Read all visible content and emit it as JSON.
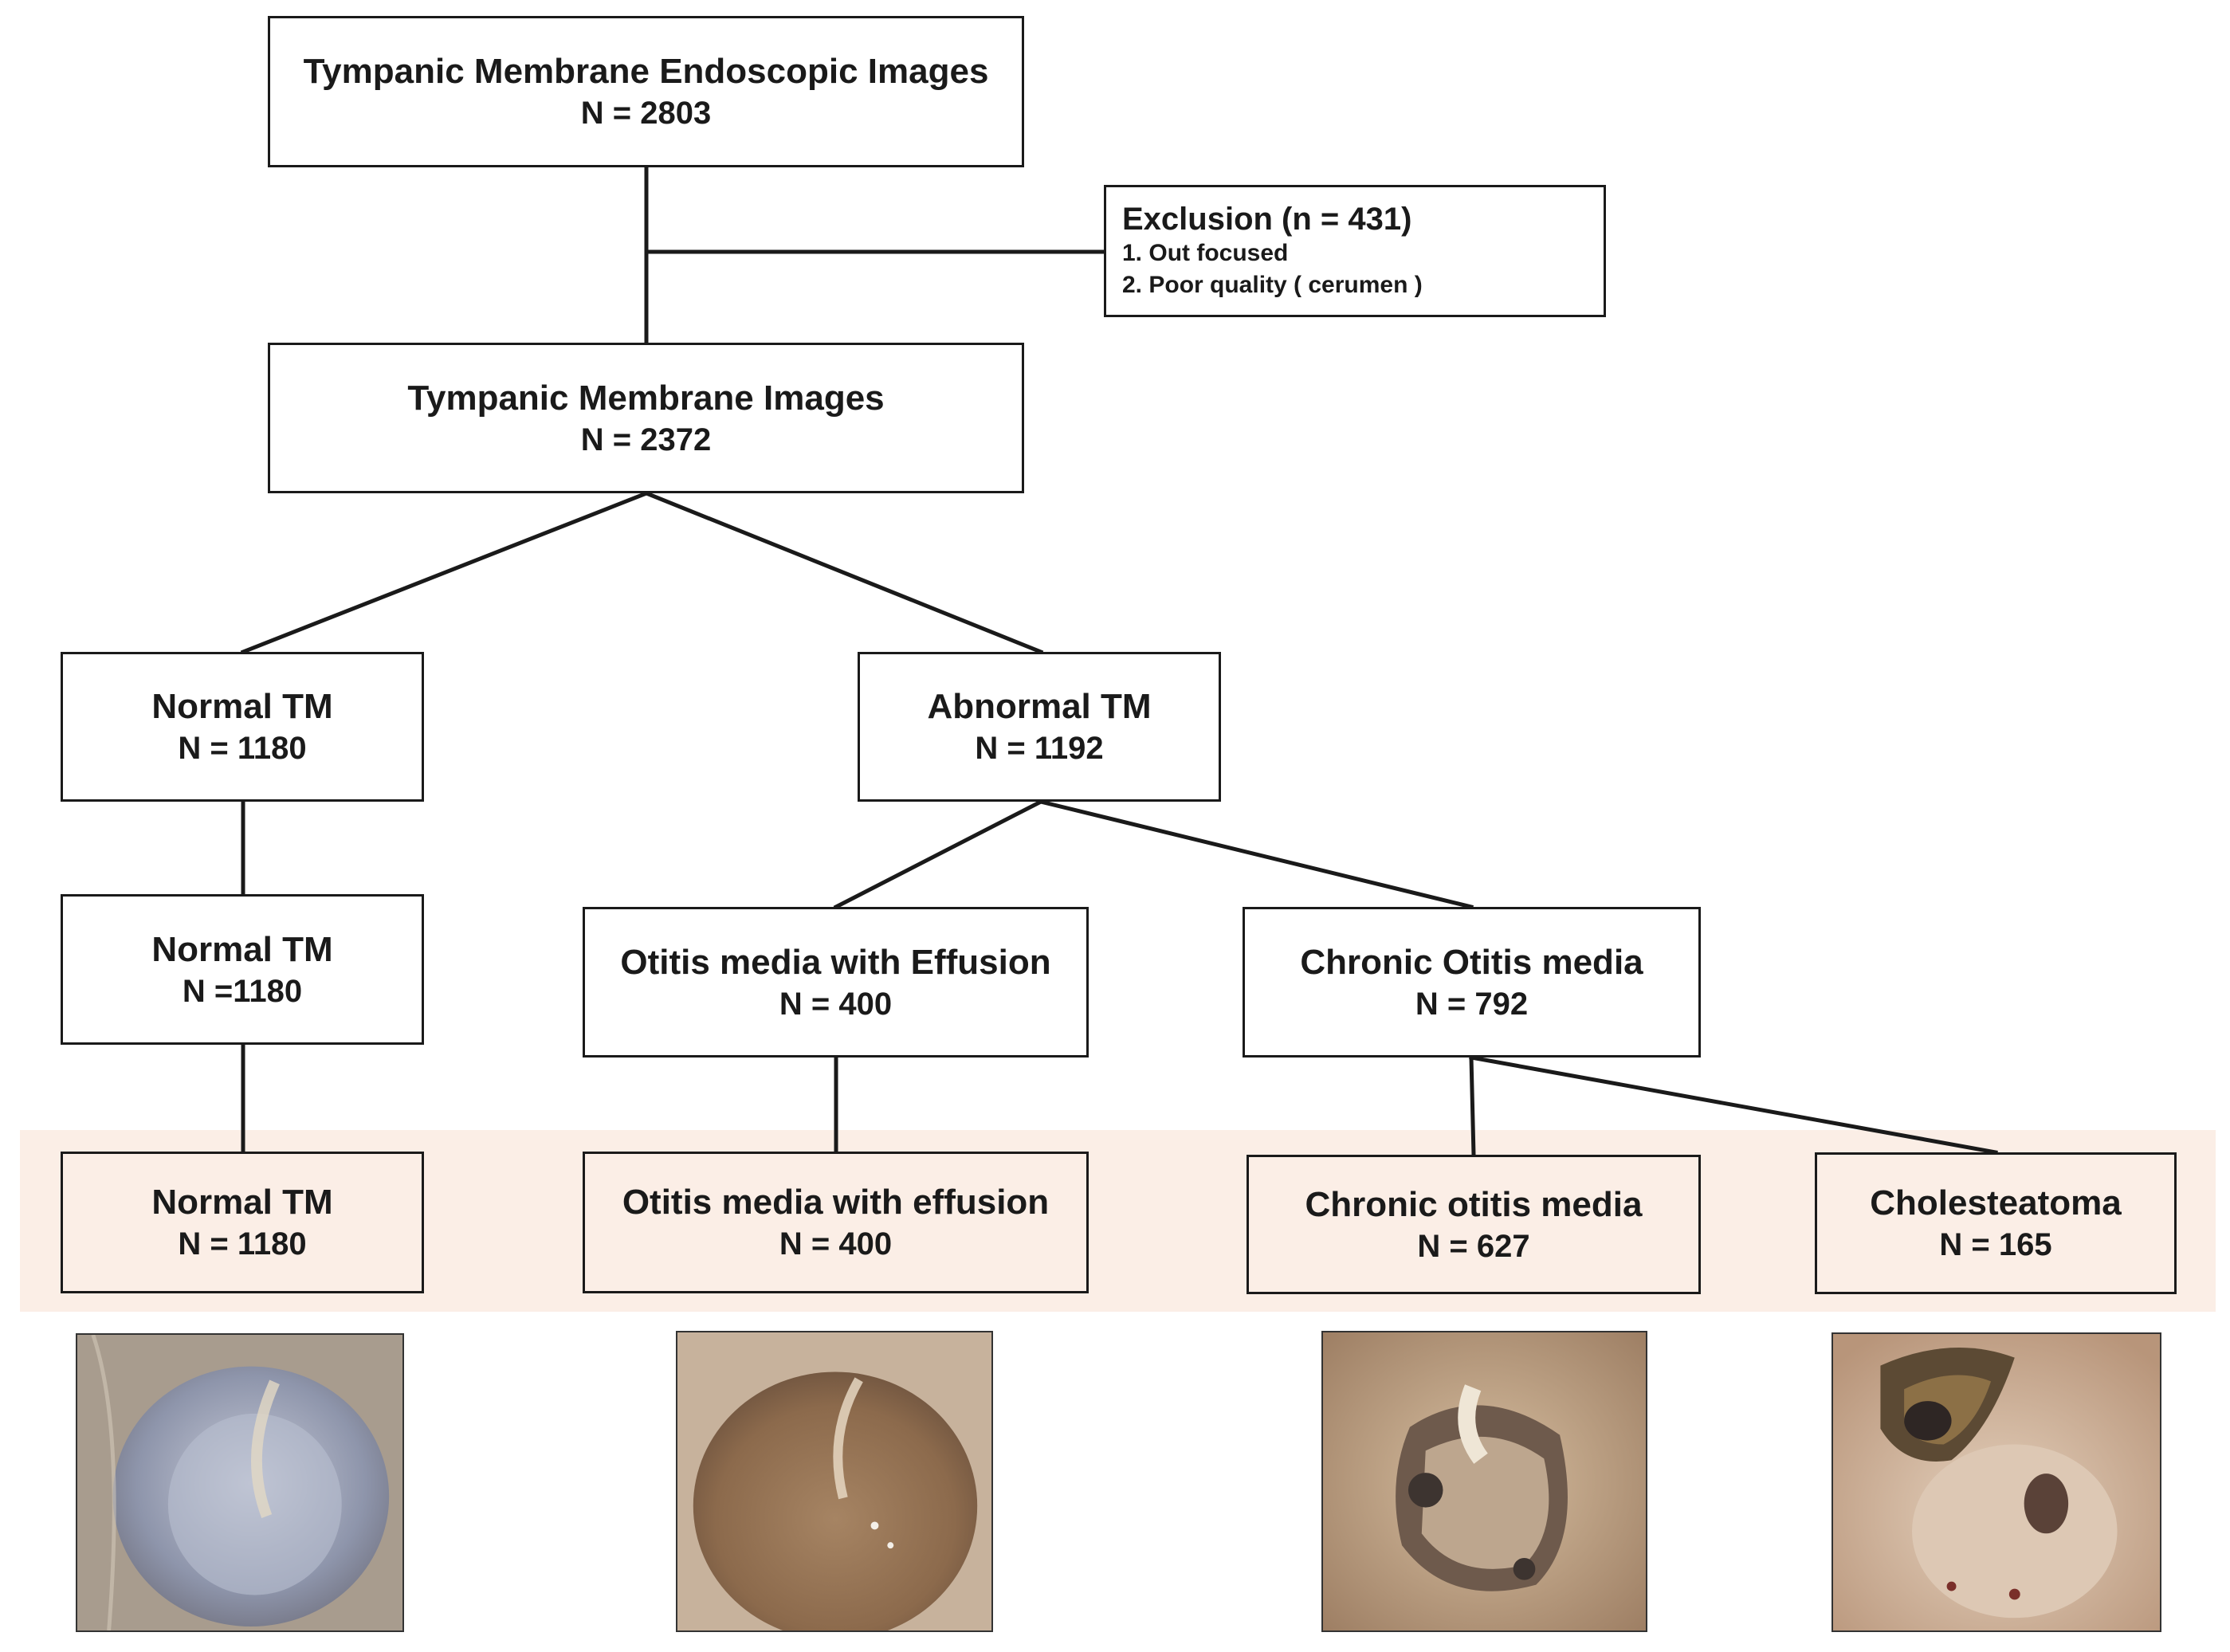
{
  "nodes": {
    "root": {
      "title": "Tympanic Membrane Endoscopic Images",
      "count": "N = 2803"
    },
    "exclusion": {
      "title": "Exclusion  (n = 431)",
      "items": [
        "1. Out focused",
        "2. Poor quality ( cerumen )"
      ]
    },
    "tm_images": {
      "title": "Tympanic Membrane Images",
      "count": "N = 2372"
    },
    "normal_1": {
      "title": "Normal TM",
      "count": "N = 1180"
    },
    "abnormal": {
      "title": "Abnormal  TM",
      "count": "N = 1192"
    },
    "normal_2": {
      "title": "Normal TM",
      "count": "N =1180"
    },
    "ome_1": {
      "title": "Otitis media with Effusion",
      "count": "N = 400"
    },
    "com_1": {
      "title": "Chronic Otitis media",
      "count": "N = 792"
    },
    "normal_3": {
      "title": "Normal TM",
      "count": "N = 1180"
    },
    "ome_2": {
      "title": "Otitis media with effusion",
      "count": "N = 400"
    },
    "com_2": {
      "title": "Chronic otitis media",
      "count": "N = 627"
    },
    "chol": {
      "title": "Cholesteatoma",
      "count": "N = 165"
    }
  },
  "colors": {
    "line": "#1a1a1a",
    "leaf_band": "#fbeee6",
    "box_fill": "#ffffff"
  },
  "photos": [
    {
      "depicts": "normal tympanic membrane",
      "tone": "#8a92a8"
    },
    {
      "depicts": "otitis media with effusion",
      "tone": "#9a7a5c"
    },
    {
      "depicts": "chronic otitis media",
      "tone": "#b99a78"
    },
    {
      "depicts": "cholesteatoma",
      "tone": "#c2a488"
    }
  ]
}
